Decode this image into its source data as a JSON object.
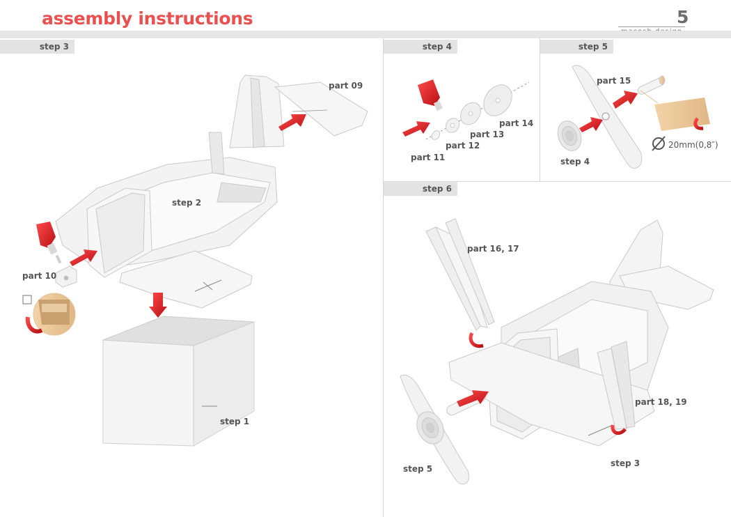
{
  "header": {
    "title": "assembly instructions",
    "page_number": "5",
    "brand": "macosh design"
  },
  "panels": {
    "step3": {
      "tab": "step 3"
    },
    "step4": {
      "tab": "step 4"
    },
    "step5": {
      "tab": "step 5"
    },
    "step6": {
      "tab": "step 6"
    }
  },
  "labels": {
    "part09": "part 09",
    "step2": "step 2",
    "part10": "part 10",
    "step1": "step 1",
    "part11": "part 11",
    "part12": "part 12",
    "part13": "part 13",
    "part14": "part 14",
    "part15": "part 15",
    "step4_ref": "step 4",
    "diameter": "20mm(0,8″)",
    "part16_17": "part 16, 17",
    "part18_19": "part 18, 19",
    "step5_ref": "step 5",
    "step3_ref": "step 3"
  },
  "colors": {
    "accent": "#e8514f",
    "arrow": "#e0262a",
    "part_fill": "#f4f4f4",
    "part_stroke": "#c9c9c9",
    "tab_bg": "#e3e3e3"
  },
  "icons": [
    "glue-bottle-icon",
    "red-arrow-icon",
    "rotate-arrow-icon",
    "diameter-icon"
  ]
}
